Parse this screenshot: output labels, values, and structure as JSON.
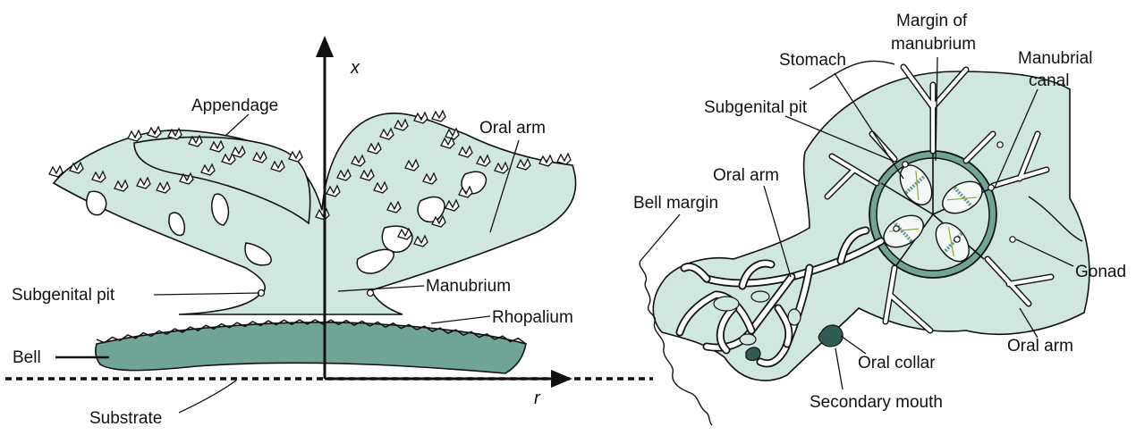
{
  "colors": {
    "tissue_fill": "#cfe7df",
    "bell_fill": "#6fa497",
    "stroke": "#111111",
    "gonad_stripe": "#5f9a8e",
    "gonad_line": "#8aa832"
  },
  "left_panel": {
    "axis_x_label": "x",
    "axis_r_label": "r",
    "labels": {
      "appendage": "Appendage",
      "oral_arm": "Oral arm",
      "subgenital_pit": "Subgenital pit",
      "manubrium": "Manubrium",
      "rhopalium": "Rhopalium",
      "bell": "Bell",
      "substrate": "Substrate"
    }
  },
  "right_panel": {
    "labels": {
      "margin_of_manubrium_line1": "Margin of",
      "margin_of_manubrium_line2": "manubrium",
      "stomach": "Stomach",
      "manubrial_canal_line1": "Manubrial",
      "manubrial_canal_line2": "canal",
      "subgenital_pit": "Subgenital pit",
      "oral_arm_top": "Oral arm",
      "bell_margin": "Bell margin",
      "gonad": "Gonad",
      "oral_arm_bottom": "Oral arm",
      "oral_collar": "Oral collar",
      "secondary_mouth": "Secondary mouth"
    }
  }
}
